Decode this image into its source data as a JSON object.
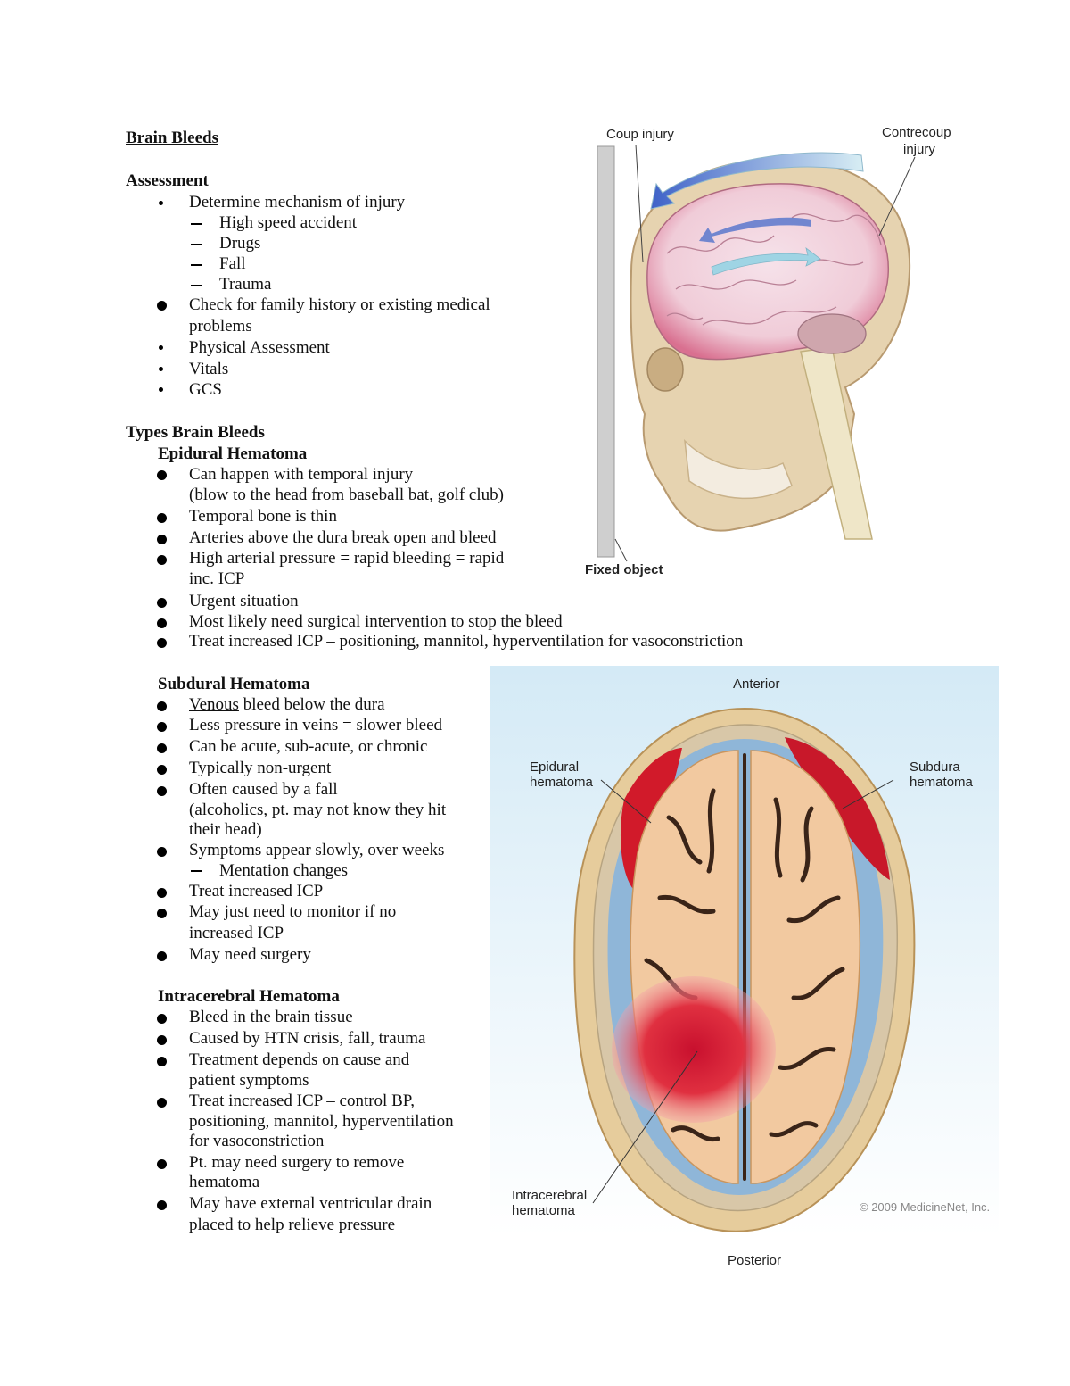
{
  "title": "Brain Bleeds",
  "assessment": {
    "heading": "Assessment",
    "mechanism": "Determine mechanism of injury",
    "mechanism_items": [
      "High speed accident",
      "Drugs",
      "Fall",
      "Trauma"
    ],
    "family_history_1": "Check for family history or existing medical",
    "family_history_2": "problems",
    "physical": "Physical Assessment",
    "vitals": "Vitals",
    "gcs": "GCS"
  },
  "types_heading": "Types Brain Bleeds",
  "epidural": {
    "heading": "Epidural Hematoma",
    "l1": "Can happen with temporal injury",
    "l1b": "(blow to the head from baseball bat, golf club)",
    "l2": "Temporal bone is thin",
    "l3_u": "Arteries",
    "l3_rest": " above the dura break open and bleed",
    "l4": "High arterial pressure = rapid bleeding = rapid",
    "l4b": "inc. ICP",
    "l5": "Urgent situation",
    "l6": "Most likely need surgical intervention to stop the bleed",
    "l7": "Treat increased ICP – positioning, mannitol, hyperventilation for vasoconstriction"
  },
  "subdural": {
    "heading": "Subdural Hematoma",
    "l1_u": "Venous",
    "l1_rest": " bleed below the dura",
    "l2": "Less pressure in veins = slower bleed",
    "l3": "Can be acute, sub-acute, or chronic",
    "l4": "Typically non-urgent",
    "l5": "Often caused by a fall",
    "l5b": "(alcoholics, pt. may not know they hit",
    "l5c": "their head)",
    "l6": "Symptoms appear slowly, over weeks",
    "l6_sub": "Mentation changes",
    "l7": "Treat increased ICP",
    "l8": "May just need to monitor if no",
    "l8b": "increased ICP",
    "l9": "May need surgery"
  },
  "intracerebral": {
    "heading": "Intracerebral Hematoma",
    "l1": "Bleed in the brain tissue",
    "l2": "Caused by HTN crisis, fall, trauma",
    "l3": "Treatment depends on cause and",
    "l3b": "patient symptoms",
    "l4": "Treat increased ICP – control BP,",
    "l4b": "positioning, mannitol, hyperventilation",
    "l4c": "for vasoconstriction",
    "l5": "Pt. may need surgery to remove",
    "l5b": "hematoma",
    "l6": "May have external ventricular drain",
    "l6b": "placed to help relieve pressure"
  },
  "figure1": {
    "coup": "Coup injury",
    "contrecoup1": "Contrecoup",
    "contrecoup2": "injury",
    "fixed": "Fixed object"
  },
  "figure2": {
    "anterior": "Anterior",
    "posterior": "Posterior",
    "epidural1": "Epidural",
    "epidural2": "hematoma",
    "subdural1": "Subdura",
    "subdural2": "hematoma",
    "intra1": "Intracerebral",
    "intra2": "hematoma",
    "copyright": "© 2009 MedicineNet, Inc."
  },
  "colors": {
    "blood": "#d11a2a",
    "bone": "#e9d2a8",
    "csf": "#8fb6d8",
    "brain": "#f2c9a0"
  }
}
